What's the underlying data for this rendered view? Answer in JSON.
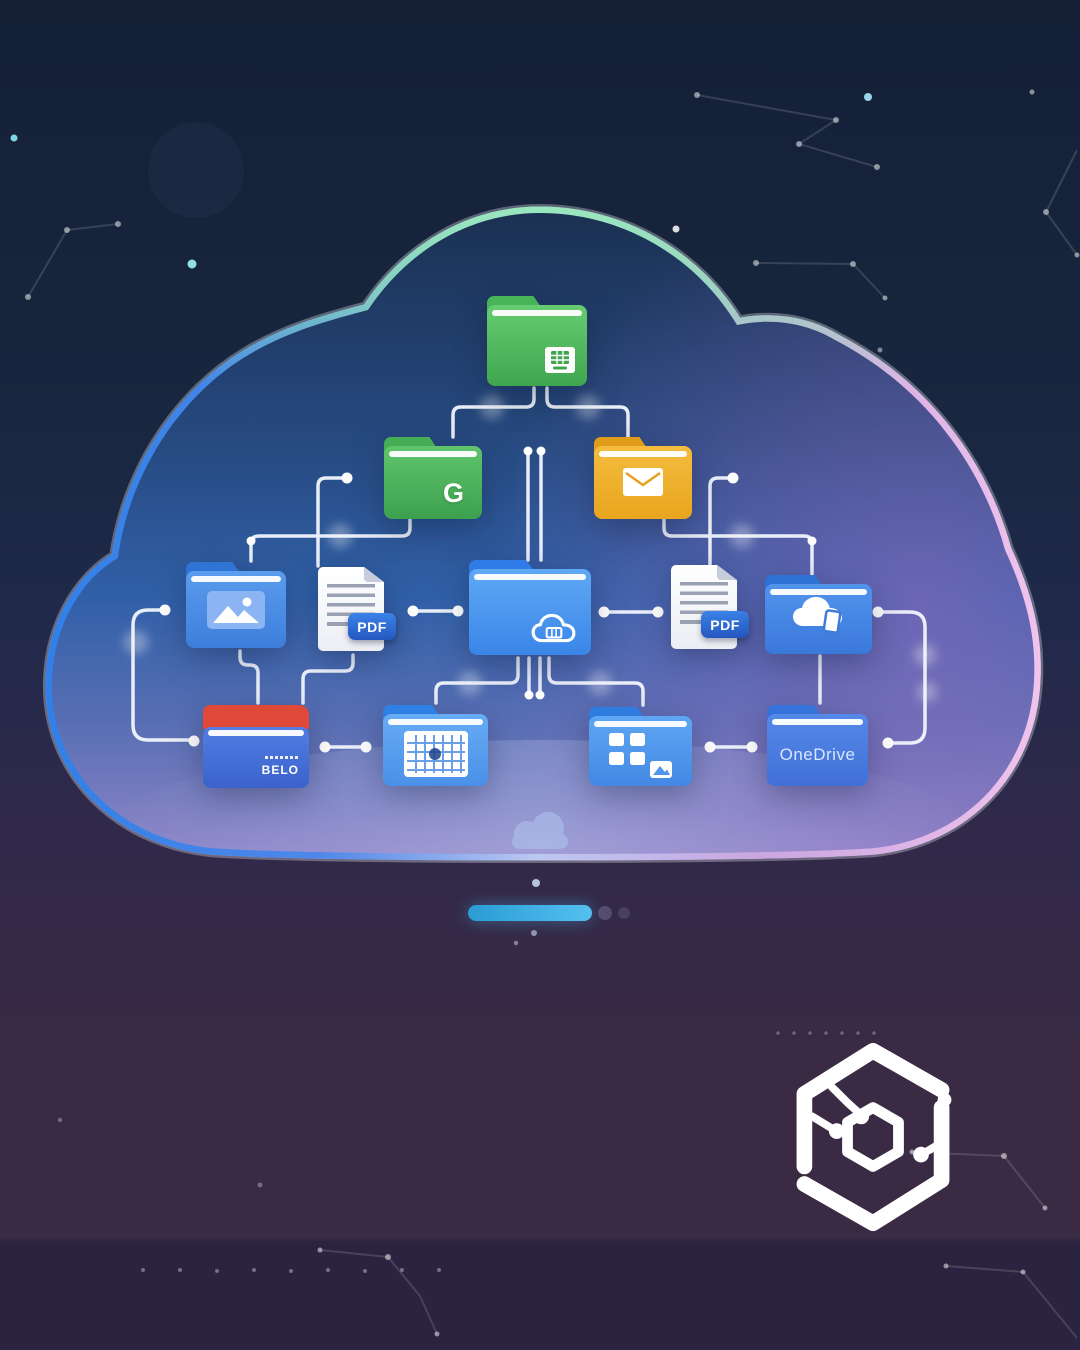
{
  "diagram": {
    "root_folder": {
      "color": "#4db95f",
      "badge_icon": "spreadsheet-badge"
    },
    "google_folder": {
      "label": "G",
      "color": "#4db05c"
    },
    "mail_folder": {
      "icon": "envelope",
      "color": "#eead26"
    },
    "photos_folder": {
      "icon": "image",
      "color": "#4a90e8"
    },
    "pdf_doc_left": {
      "badge": "PDF"
    },
    "main_cloud_folder": {
      "icon": "cloud-upload",
      "color": "#4596f0"
    },
    "pdf_doc_right": {
      "badge": "PDF"
    },
    "sync_folder": {
      "icon": "cloud-device",
      "color": "#4388e6"
    },
    "red_tab_folder": {
      "label": "BELO",
      "tab_color": "#e04838",
      "color": "#4a74dc"
    },
    "spreadsheet_folder": {
      "icon": "table",
      "color": "#54a0f0"
    },
    "apps_folder": {
      "icon": "app-grid",
      "color": "#4f96ec"
    },
    "onedrive_folder": {
      "label": "OneDrive",
      "color": "#4a7ee0"
    }
  },
  "footer": {
    "progress_color_start": "#2a9cd4",
    "progress_color_end": "#54c0f0"
  },
  "palette": {
    "background_top": "#141f36",
    "background_bottom": "#2b2340",
    "cloud_outline_green": "#97e8bc",
    "cloud_outline_blue": "#2f80e8",
    "cloud_outline_pink": "#efc2ea",
    "cloud_fill_top": "#1b3153",
    "cloud_fill_bottom": "#8f86c8",
    "connector_color": "#f2f6fd"
  },
  "brand": {
    "logo_icon": "hexagon-circuit",
    "logo_color": "#ffffff"
  }
}
